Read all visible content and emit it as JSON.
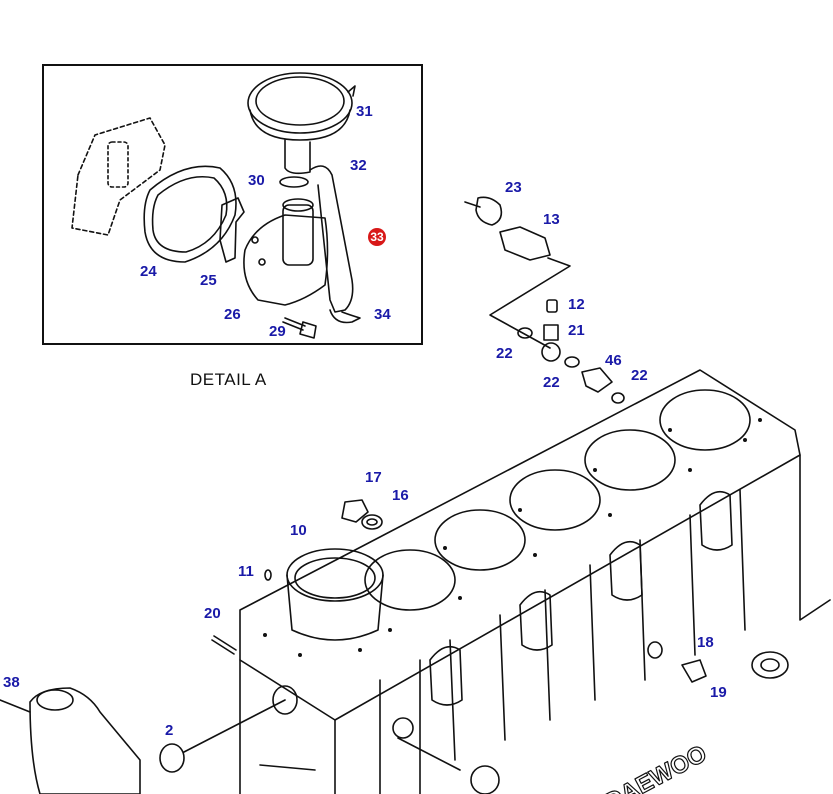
{
  "detail": {
    "caption": "DETAIL  A"
  },
  "callouts": {
    "c2": "2",
    "c10": "10",
    "c11": "11",
    "c12": "12",
    "c13": "13",
    "c16": "16",
    "c17": "17",
    "c18": "18",
    "c19": "19",
    "c20": "20",
    "c21": "21",
    "c22a": "22",
    "c22b": "22",
    "c22c": "22",
    "c23": "23",
    "c24": "24",
    "c25": "25",
    "c26": "26",
    "c29": "29",
    "c30": "30",
    "c31": "31",
    "c32": "32",
    "c33": "33",
    "c34": "34",
    "c38": "38",
    "c46": "46"
  },
  "brand": {
    "block_text": "DAEWOO"
  },
  "colors": {
    "callout": "#1a1aa8",
    "highlight": "#d81818",
    "line": "#111111"
  }
}
